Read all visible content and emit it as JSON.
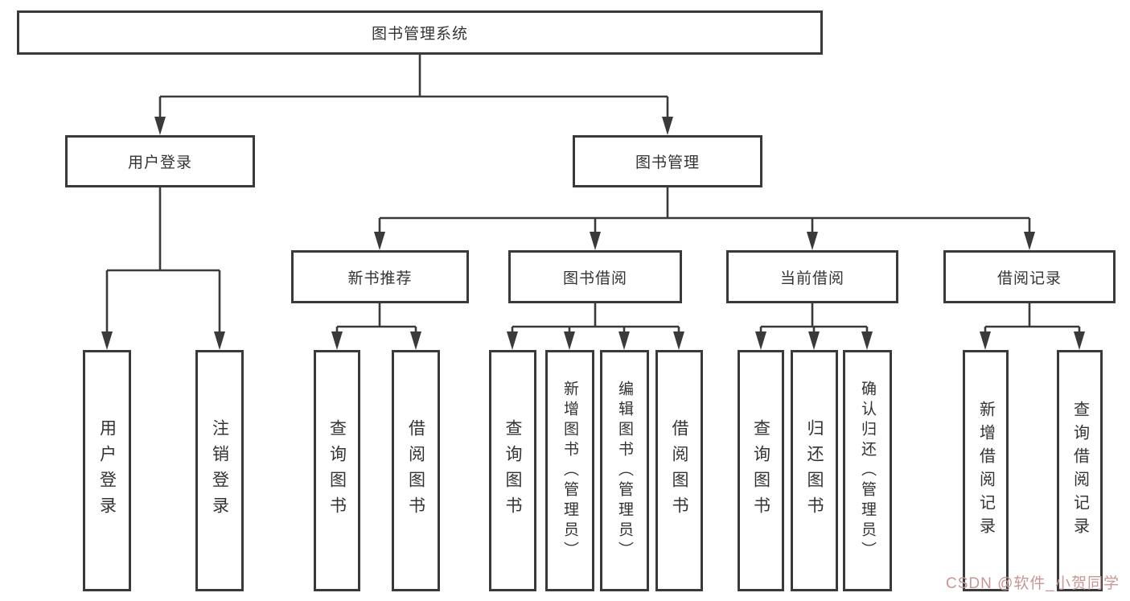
{
  "colors": {
    "line": "#3a3a3a",
    "text": "#333333",
    "background": "#ffffff",
    "watermark": "#c89696"
  },
  "watermark": {
    "text": "CSDN @软件_小贺同学"
  },
  "tree": {
    "root": {
      "label": "图书管理系统"
    },
    "children": [
      {
        "label": "用户登录",
        "children": [
          {
            "label": "用户登录"
          },
          {
            "label": "注销登录"
          }
        ]
      },
      {
        "label": "图书管理",
        "children": [
          {
            "label": "新书推荐",
            "children": [
              {
                "label": "查询图书"
              },
              {
                "label": "借阅图书"
              }
            ]
          },
          {
            "label": "图书借阅",
            "children": [
              {
                "label": "查询图书"
              },
              {
                "label": "新增图书（管理员）"
              },
              {
                "label": "编辑图书（管理员）"
              },
              {
                "label": "借阅图书"
              }
            ]
          },
          {
            "label": "当前借阅",
            "children": [
              {
                "label": "查询图书"
              },
              {
                "label": "归还图书"
              },
              {
                "label": "确认归还（管理员）"
              }
            ]
          },
          {
            "label": "借阅记录",
            "children": [
              {
                "label": "新增借阅记录"
              },
              {
                "label": "查询借阅记录"
              }
            ]
          }
        ]
      }
    ]
  }
}
